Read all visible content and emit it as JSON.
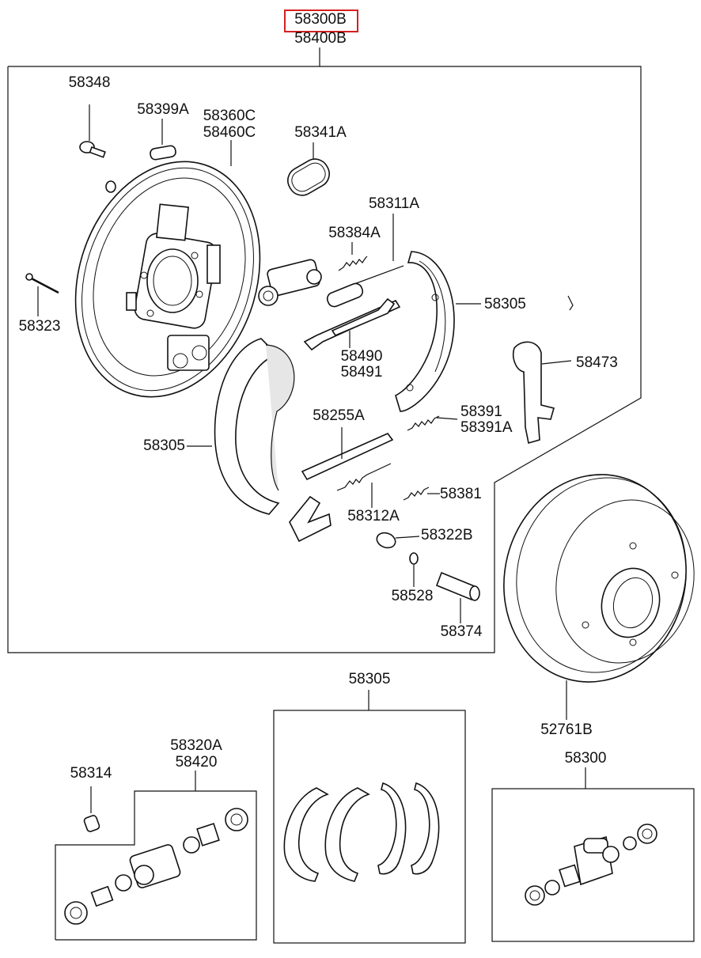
{
  "header": {
    "highlighted_part": "58300B",
    "secondary_part": "58400B"
  },
  "callouts": {
    "p58348": "58348",
    "p58399A": "58399A",
    "p58360C": "58360C",
    "p58460C": "58460C",
    "p58341A": "58341A",
    "p58311A": "58311A",
    "p58384A": "58384A",
    "p58305_shoe_right": "58305",
    "p58323": "58323",
    "p58490": "58490",
    "p58491": "58491",
    "p58473": "58473",
    "p58391": "58391",
    "p58391A": "58391A",
    "p58255A": "58255A",
    "p58305_shoe_left": "58305",
    "p58381": "58381",
    "p58312A": "58312A",
    "p58322B": "58322B",
    "p58528": "58528",
    "p58374": "58374",
    "p58305_kit": "58305",
    "p52761B": "52761B",
    "p58320A": "58320A",
    "p58420": "58420",
    "p58314": "58314",
    "p58300": "58300"
  },
  "colors": {
    "highlight": "#d62020",
    "line": "#111111"
  }
}
